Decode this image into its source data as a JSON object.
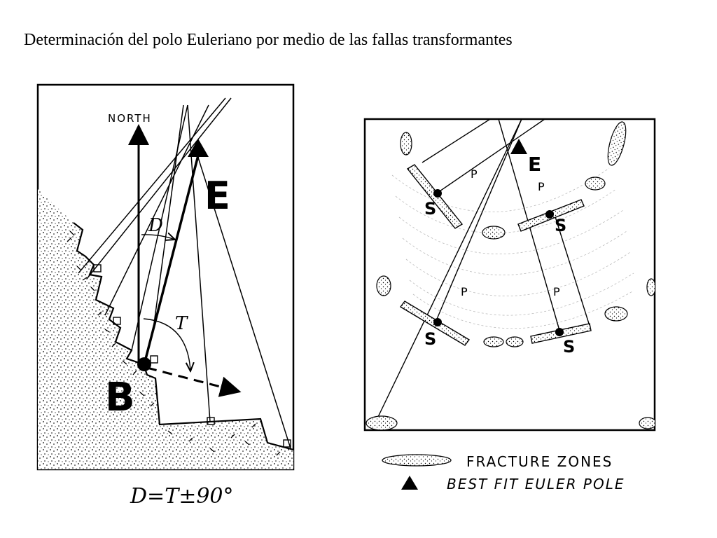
{
  "title": "Determinación del polo Euleriano por medio de las fallas transformantes",
  "left_diagram": {
    "north_label": "NORTH",
    "pole_label": "E",
    "point_label": "B",
    "angle_d_label": "D",
    "angle_t_label": "T",
    "formula": "D=T±90°"
  },
  "right_diagram": {
    "pole_label": "E",
    "spreading_label": "S",
    "distance_label": "P",
    "legend": {
      "fracture_zones": "FRACTURE ZONES",
      "best_fit_pole": "BEST FIT EULER POLE"
    }
  }
}
